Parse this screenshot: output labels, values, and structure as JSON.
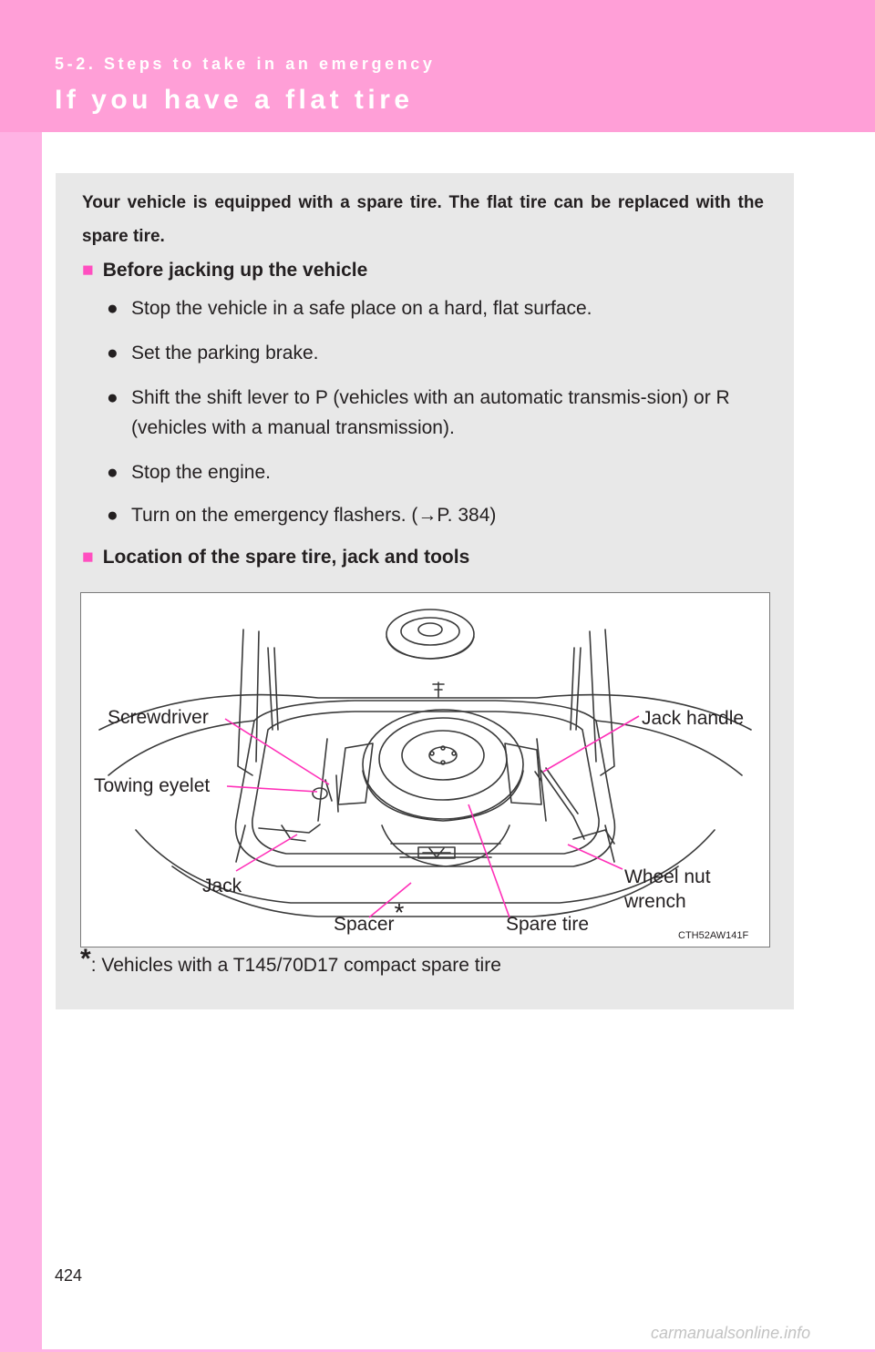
{
  "header": {
    "section": "5-2. Steps to take in an emergency",
    "title": "If you have a flat tire"
  },
  "intro": "Your vehicle is equipped with a spare tire. The flat tire can be replaced with the spare tire.",
  "before_jacking": {
    "heading": "Before jacking up the vehicle",
    "items": [
      "Stop the vehicle in a safe place on a hard, flat surface.",
      "Set the parking brake.",
      "Shift the shift lever to P (vehicles with an automatic transmis-sion) or R (vehicles with a manual transmission).",
      "Stop the engine.",
      "Turn on the emergency flashers. (→P. 384)"
    ]
  },
  "location": {
    "heading": "Location of the spare tire, jack and tools"
  },
  "figure": {
    "callouts": {
      "screwdriver": "Screwdriver",
      "towing_eyelet": "Towing eyelet",
      "jack": "Jack",
      "spacer": "Spacer",
      "spacer_mark": "*",
      "spare_tire": "Spare tire",
      "jack_handle": "Jack handle",
      "wheel_nut_wrench_1": "Wheel nut",
      "wheel_nut_wrench_2": "wrench"
    },
    "code": "CTH52AW141F",
    "callout_color": "#ff2fb8"
  },
  "footnote": {
    "mark": "*",
    "text": ": Vehicles with a T145/70D17 compact spare tire"
  },
  "page_number": "424",
  "watermark": "carmanualsonline.info",
  "colors": {
    "header_band": "#ff9fd7",
    "side_strip": "#ffb3e4",
    "content_box": "#e8e8e8",
    "accent_square": "#ff4fc0"
  }
}
